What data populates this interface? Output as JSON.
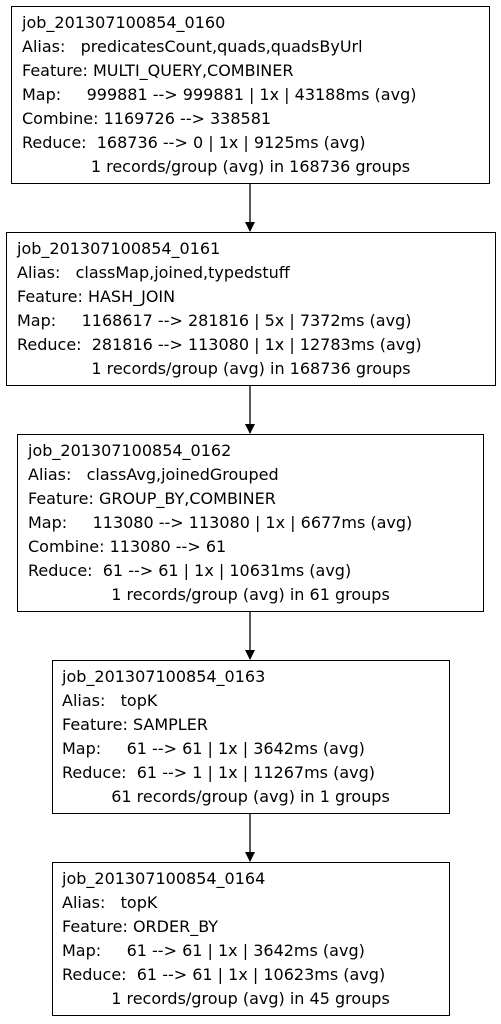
{
  "nodes": [
    {
      "job": "job_201307100854_0160",
      "alias": "Alias:   predicatesCount,quads,quadsByUrl",
      "feature": "Feature: MULTI_QUERY,COMBINER",
      "map": "Map:     999881 --> 999881 | 1x | 43188ms (avg)",
      "combine": "Combine: 1169726 --> 338581",
      "reduce": "Reduce:  168736 --> 0 | 1x | 9125ms (avg)",
      "groups": "1 records/group (avg) in 168736 groups"
    },
    {
      "job": "job_201307100854_0161",
      "alias": "Alias:   classMap,joined,typedstuff",
      "feature": "Feature: HASH_JOIN",
      "map": "Map:     1168617 --> 281816 | 5x | 7372ms (avg)",
      "reduce": "Reduce:  281816 --> 113080 | 1x | 12783ms (avg)",
      "groups": "1 records/group (avg) in 168736 groups"
    },
    {
      "job": "job_201307100854_0162",
      "alias": "Alias:   classAvg,joinedGrouped",
      "feature": "Feature: GROUP_BY,COMBINER",
      "map": "Map:     113080 --> 113080 | 1x | 6677ms (avg)",
      "combine": "Combine: 113080 --> 61",
      "reduce": "Reduce:  61 --> 61 | 1x | 10631ms (avg)",
      "groups": "1 records/group (avg) in 61 groups"
    },
    {
      "job": "job_201307100854_0163",
      "alias": "Alias:   topK",
      "feature": "Feature: SAMPLER",
      "map": "Map:     61 --> 61 | 1x | 3642ms (avg)",
      "reduce": "Reduce:  61 --> 1 | 1x | 11267ms (avg)",
      "groups": "61 records/group (avg) in 1 groups"
    },
    {
      "job": "job_201307100854_0164",
      "alias": "Alias:   topK",
      "feature": "Feature: ORDER_BY",
      "map": "Map:     61 --> 61 | 1x | 3642ms (avg)",
      "reduce": "Reduce:  61 --> 61 | 1x | 10623ms (avg)",
      "groups": "1 records/group (avg) in 45 groups"
    }
  ]
}
